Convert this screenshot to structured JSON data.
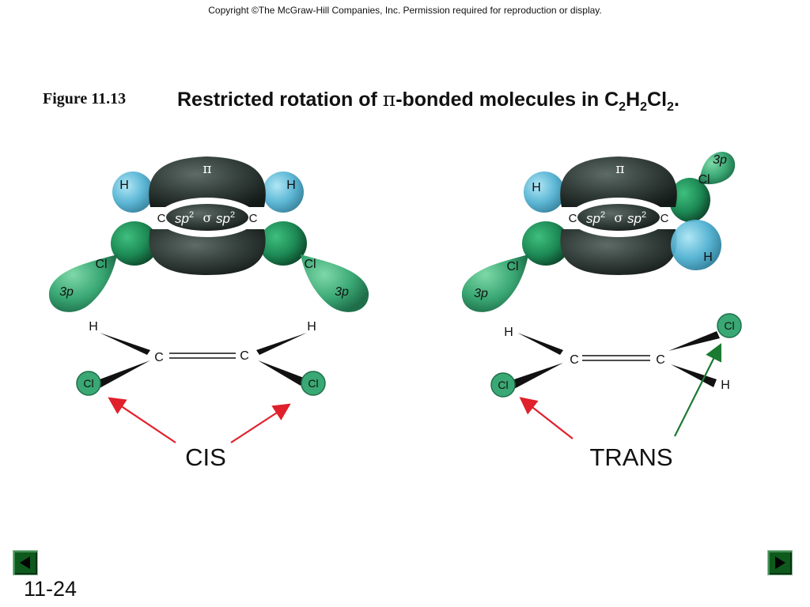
{
  "header": {
    "copyright": "Copyright ©The McGraw-Hill Companies, Inc.  Permission required for reproduction or display."
  },
  "figure": {
    "label": "Figure 11.13",
    "title_part1": "Restricted rotation of ",
    "title_pi": "π",
    "title_part2": "-bonded molecules in C",
    "sub1": "2",
    "title_h": "H",
    "sub2": "2",
    "title_cl": "Cl",
    "sub3": "2",
    "title_end": "."
  },
  "cis": {
    "caption": "CIS",
    "orbital": {
      "pi": "π",
      "sp2_left": "sp",
      "sup_left": "2",
      "sigma": "σ",
      "sp2_right": "sp",
      "sup_right": "2",
      "c_left": "C",
      "c_right": "C",
      "h_left": "H",
      "h_right": "H",
      "cl_left": "Cl",
      "cl_right": "Cl",
      "p_left": "3p",
      "p_right": "3p"
    },
    "structure": {
      "h_left": "H",
      "h_right": "H",
      "c_left": "C",
      "c_right": "C",
      "cl_left": "Cl",
      "cl_right": "Cl"
    }
  },
  "trans": {
    "caption": "TRANS",
    "orbital": {
      "pi": "π",
      "sp2_left": "sp",
      "sup_left": "2",
      "sigma": "σ",
      "sp2_right": "sp",
      "sup_right": "2",
      "c_left": "C",
      "c_right": "C",
      "h_left": "H",
      "h_right": "H",
      "cl_left": "Cl",
      "cl_right": "Cl",
      "p_left": "3p",
      "p_right": "3p"
    },
    "structure": {
      "h_left": "H",
      "h_right": "H",
      "c_left": "C",
      "c_right": "C",
      "cl_left": "Cl",
      "cl_right": "Cl"
    }
  },
  "colors": {
    "lobe": "#2f3a36",
    "lobe_edge": "#1a211e",
    "chlorine": "#3aa874",
    "hydrogen": "#4aaed0",
    "red_arrow": "#e0202a",
    "green_arrow": "#1b7a32",
    "nav": "#0d5a1c"
  },
  "nav": {
    "prev_icon": "triangle-left",
    "next_icon": "triangle-right",
    "slide_number": "11-24"
  }
}
